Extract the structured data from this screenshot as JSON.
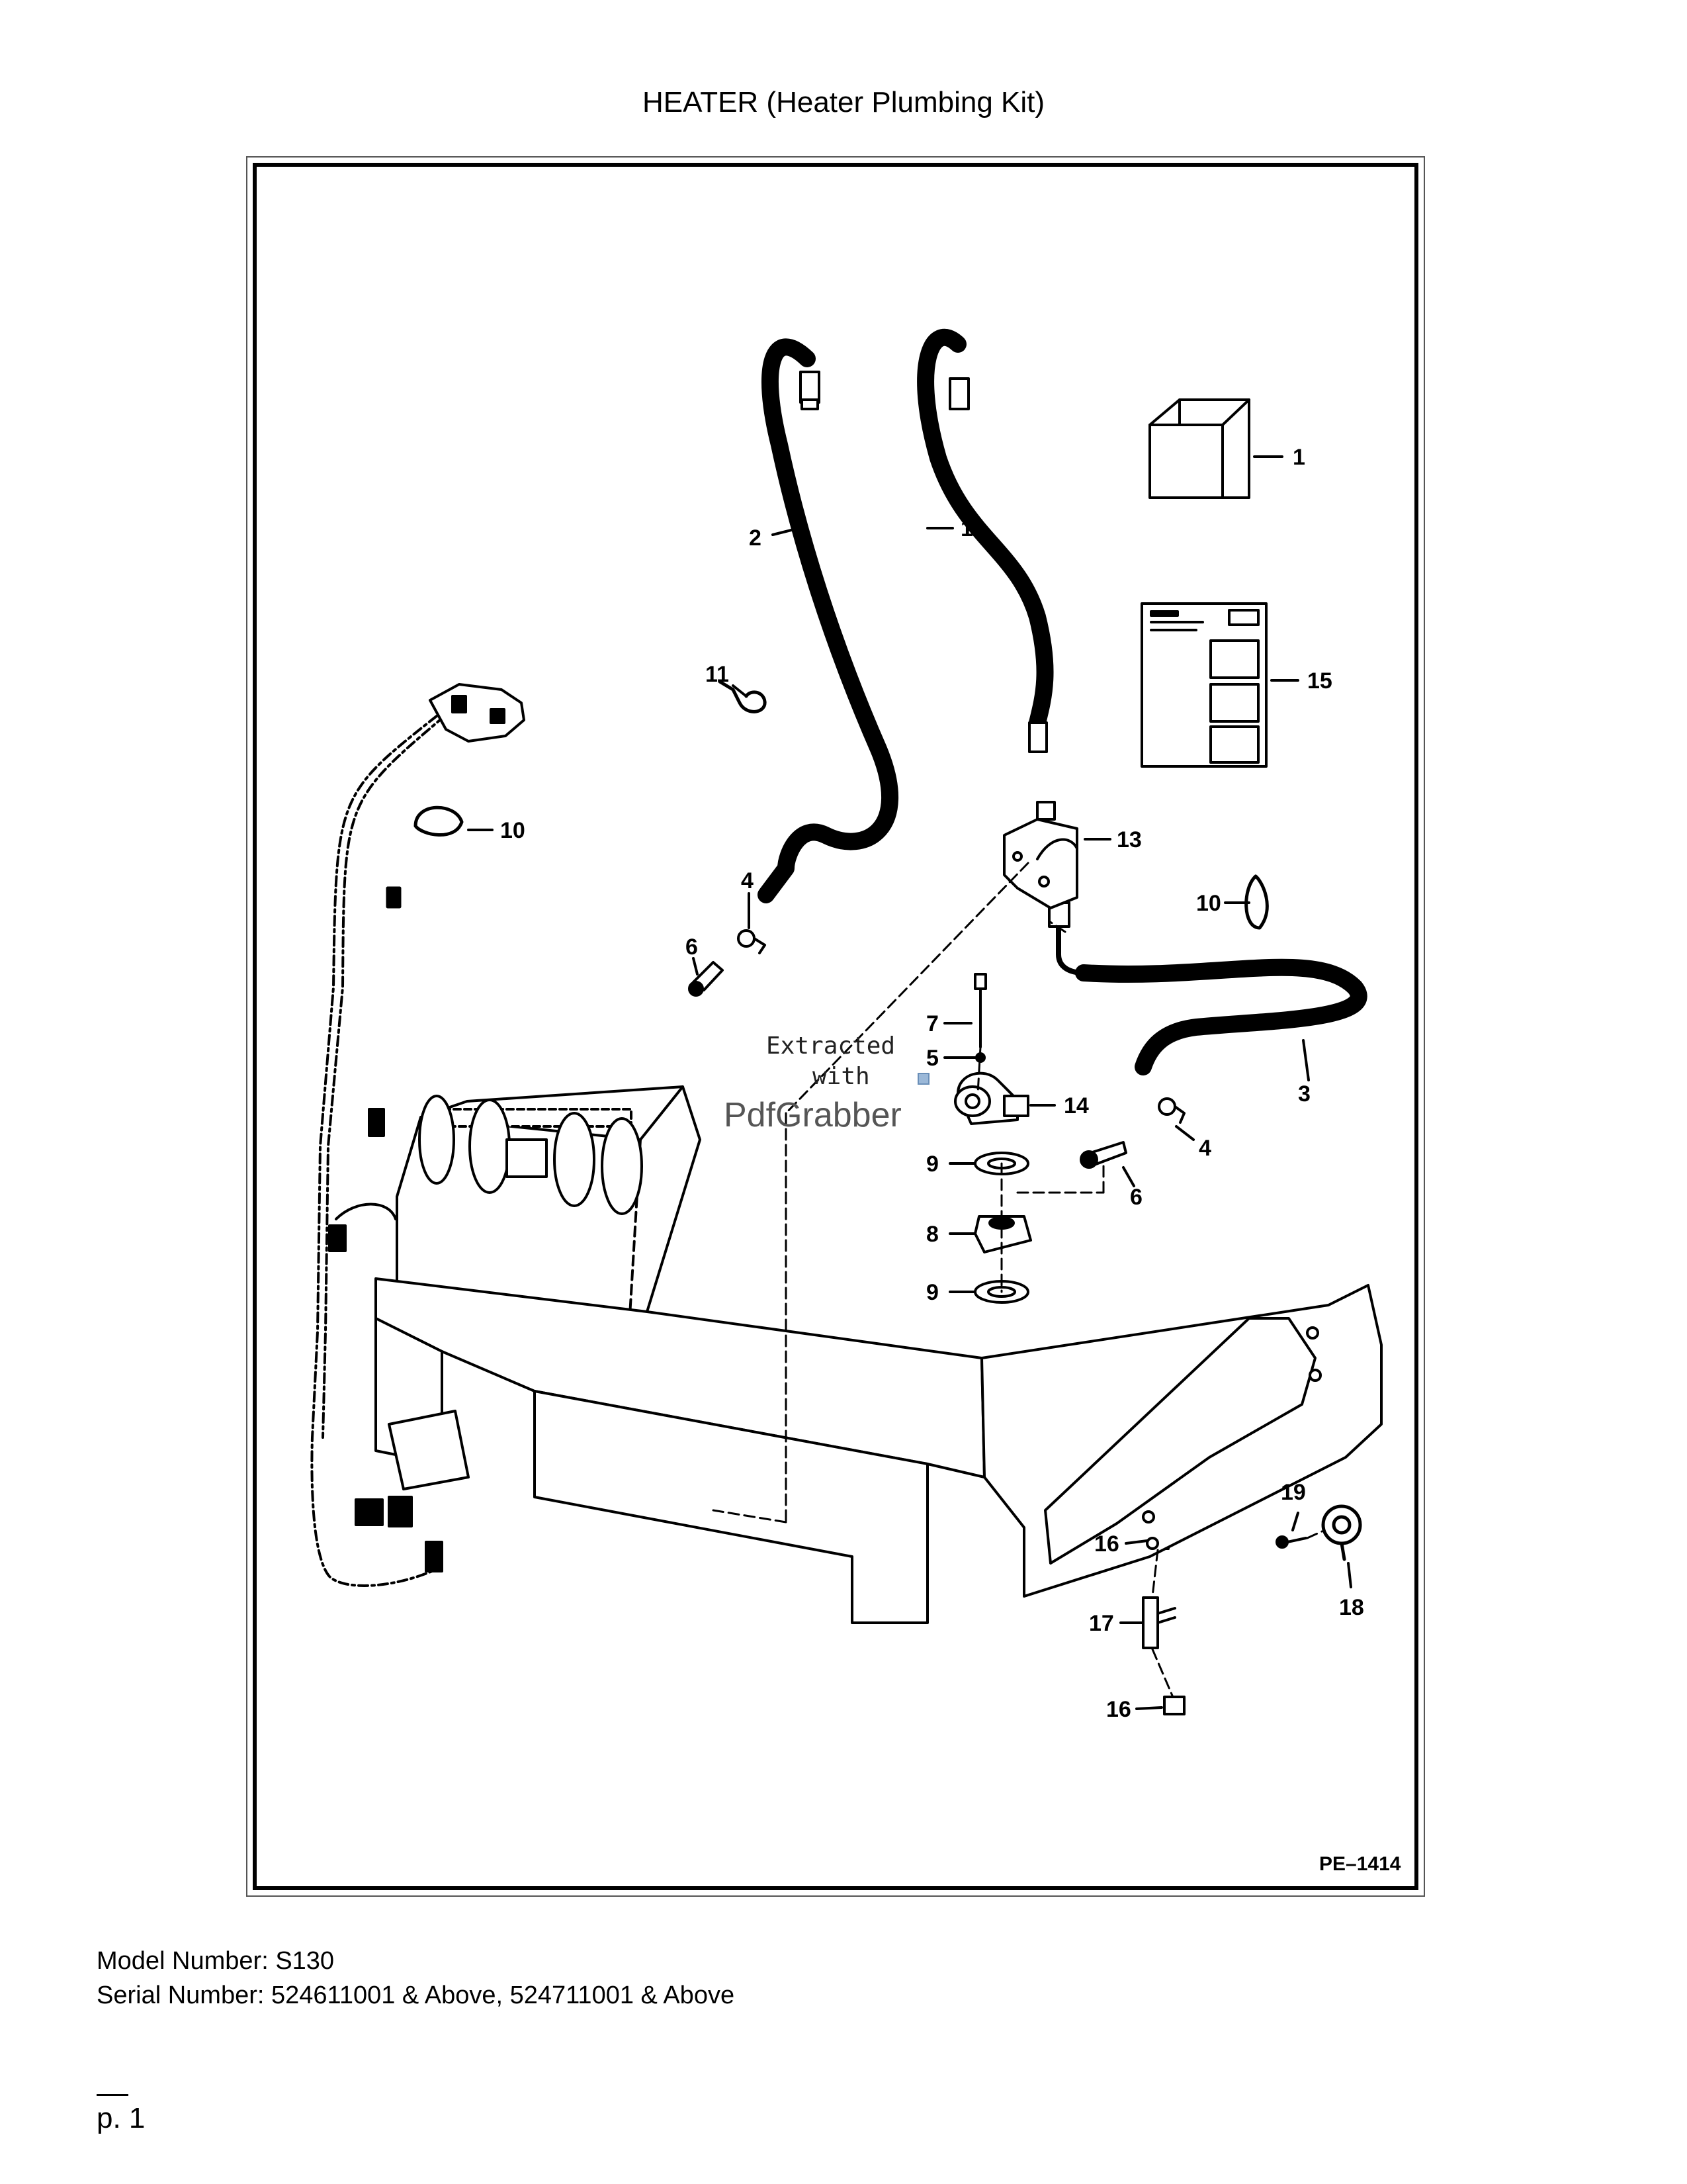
{
  "page": {
    "title": "HEATER (Heater Plumbing Kit)",
    "figure_id": "PE–1414",
    "watermark": {
      "line1": "Extracted",
      "line2": "with",
      "brand": "PdfGrabber"
    },
    "model_number": "Model Number: S130",
    "serial_number": "Serial Number: 524611001 & Above, 524711001 & Above",
    "page_number": "p. 1"
  },
  "callouts": [
    {
      "id": "c1",
      "text": "1"
    },
    {
      "id": "c2",
      "text": "2"
    },
    {
      "id": "c12",
      "text": "12"
    },
    {
      "id": "c15",
      "text": "15"
    },
    {
      "id": "c11",
      "text": "11"
    },
    {
      "id": "c10a",
      "text": "10"
    },
    {
      "id": "c4a",
      "text": "4"
    },
    {
      "id": "c6a",
      "text": "6"
    },
    {
      "id": "c13",
      "text": "13"
    },
    {
      "id": "c10b",
      "text": "10"
    },
    {
      "id": "c7",
      "text": "7"
    },
    {
      "id": "c5",
      "text": "5"
    },
    {
      "id": "c3",
      "text": "3"
    },
    {
      "id": "c14",
      "text": "14"
    },
    {
      "id": "c4b",
      "text": "4"
    },
    {
      "id": "c9a",
      "text": "9"
    },
    {
      "id": "c6b",
      "text": "6"
    },
    {
      "id": "c8",
      "text": "8"
    },
    {
      "id": "c9b",
      "text": "9"
    },
    {
      "id": "c19",
      "text": "19"
    },
    {
      "id": "c16a",
      "text": "16"
    },
    {
      "id": "c18",
      "text": "18"
    },
    {
      "id": "c17",
      "text": "17"
    },
    {
      "id": "c16b",
      "text": "16"
    }
  ]
}
